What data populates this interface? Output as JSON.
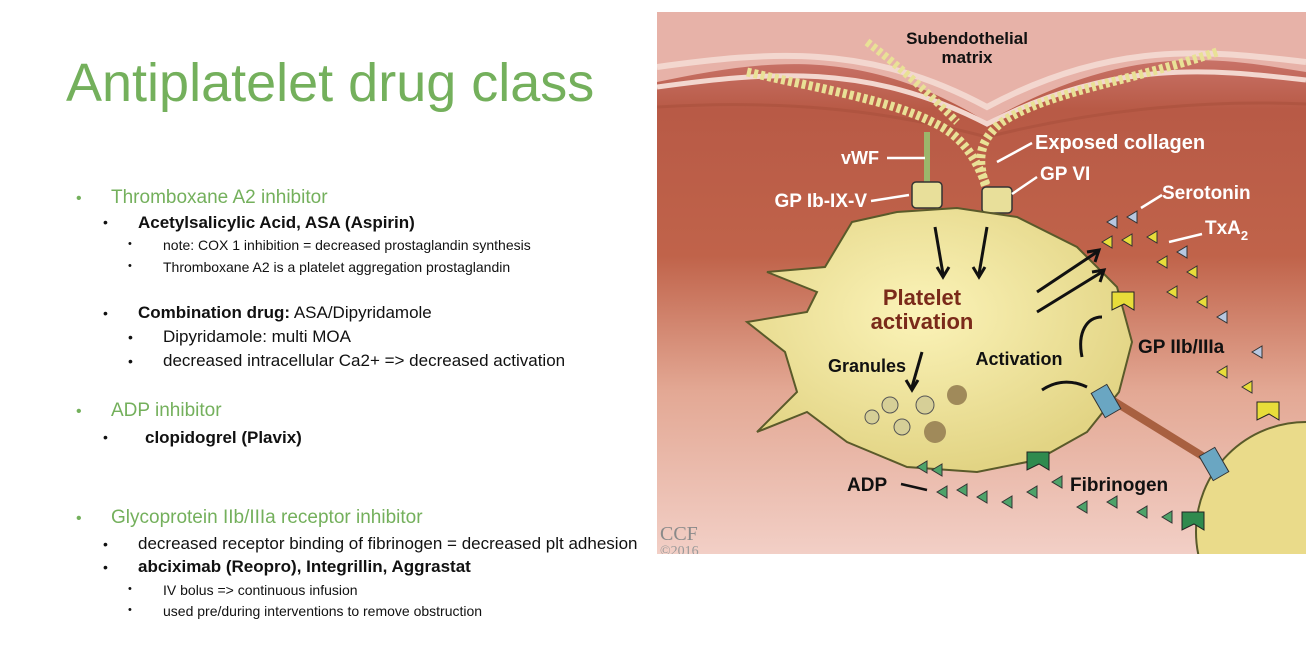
{
  "title": "Antiplatelet drug class",
  "bullets": {
    "s1": {
      "heading": "Thromboxane A2 inhibitor",
      "drug": "Acetylsalicylic Acid, ASA (Aspirin)",
      "notes": [
        "note: COX 1 inhibition = decreased prostaglandin synthesis",
        "Thromboxane A2 is a platelet aggregation prostaglandin"
      ],
      "combo_label": "Combination drug:",
      "combo_value": " ASA/Dipyridamole",
      "combo_notes": [
        "Dipyridamole: multi MOA",
        "decreased intracellular Ca2+ => decreased activation"
      ]
    },
    "s2": {
      "heading": "ADP inhibitor",
      "drug": "clopidogrel (Plavix)"
    },
    "s3": {
      "heading": "Glycoprotein IIb/IIIa  receptor inhibitor",
      "line1": "decreased receptor binding of fibrinogen = decreased plt adhesion",
      "drugs": "abciximab (Reopro), Integrillin, Aggrastat",
      "notes": [
        "IV bolus => continuous infusion",
        "used pre/during interventions to remove obstruction"
      ]
    }
  },
  "figure": {
    "labels": {
      "matrix1": "Subendothelial",
      "matrix2": "matrix",
      "vwf": "vWF",
      "collagen": "Exposed collagen",
      "gpvi": "GP VI",
      "gpib": "GP Ib-IX-V",
      "serotonin": "Serotonin",
      "txa": "TxA",
      "txa_sub": "2",
      "platelet1": "Platelet",
      "platelet2": "activation",
      "granules": "Granules",
      "activation": "Activation",
      "gpiib": "GP IIb/IIIa",
      "adp": "ADP",
      "fibrinogen": "Fibrinogen"
    },
    "credit": "CCF",
    "credit_year": "©2016"
  }
}
